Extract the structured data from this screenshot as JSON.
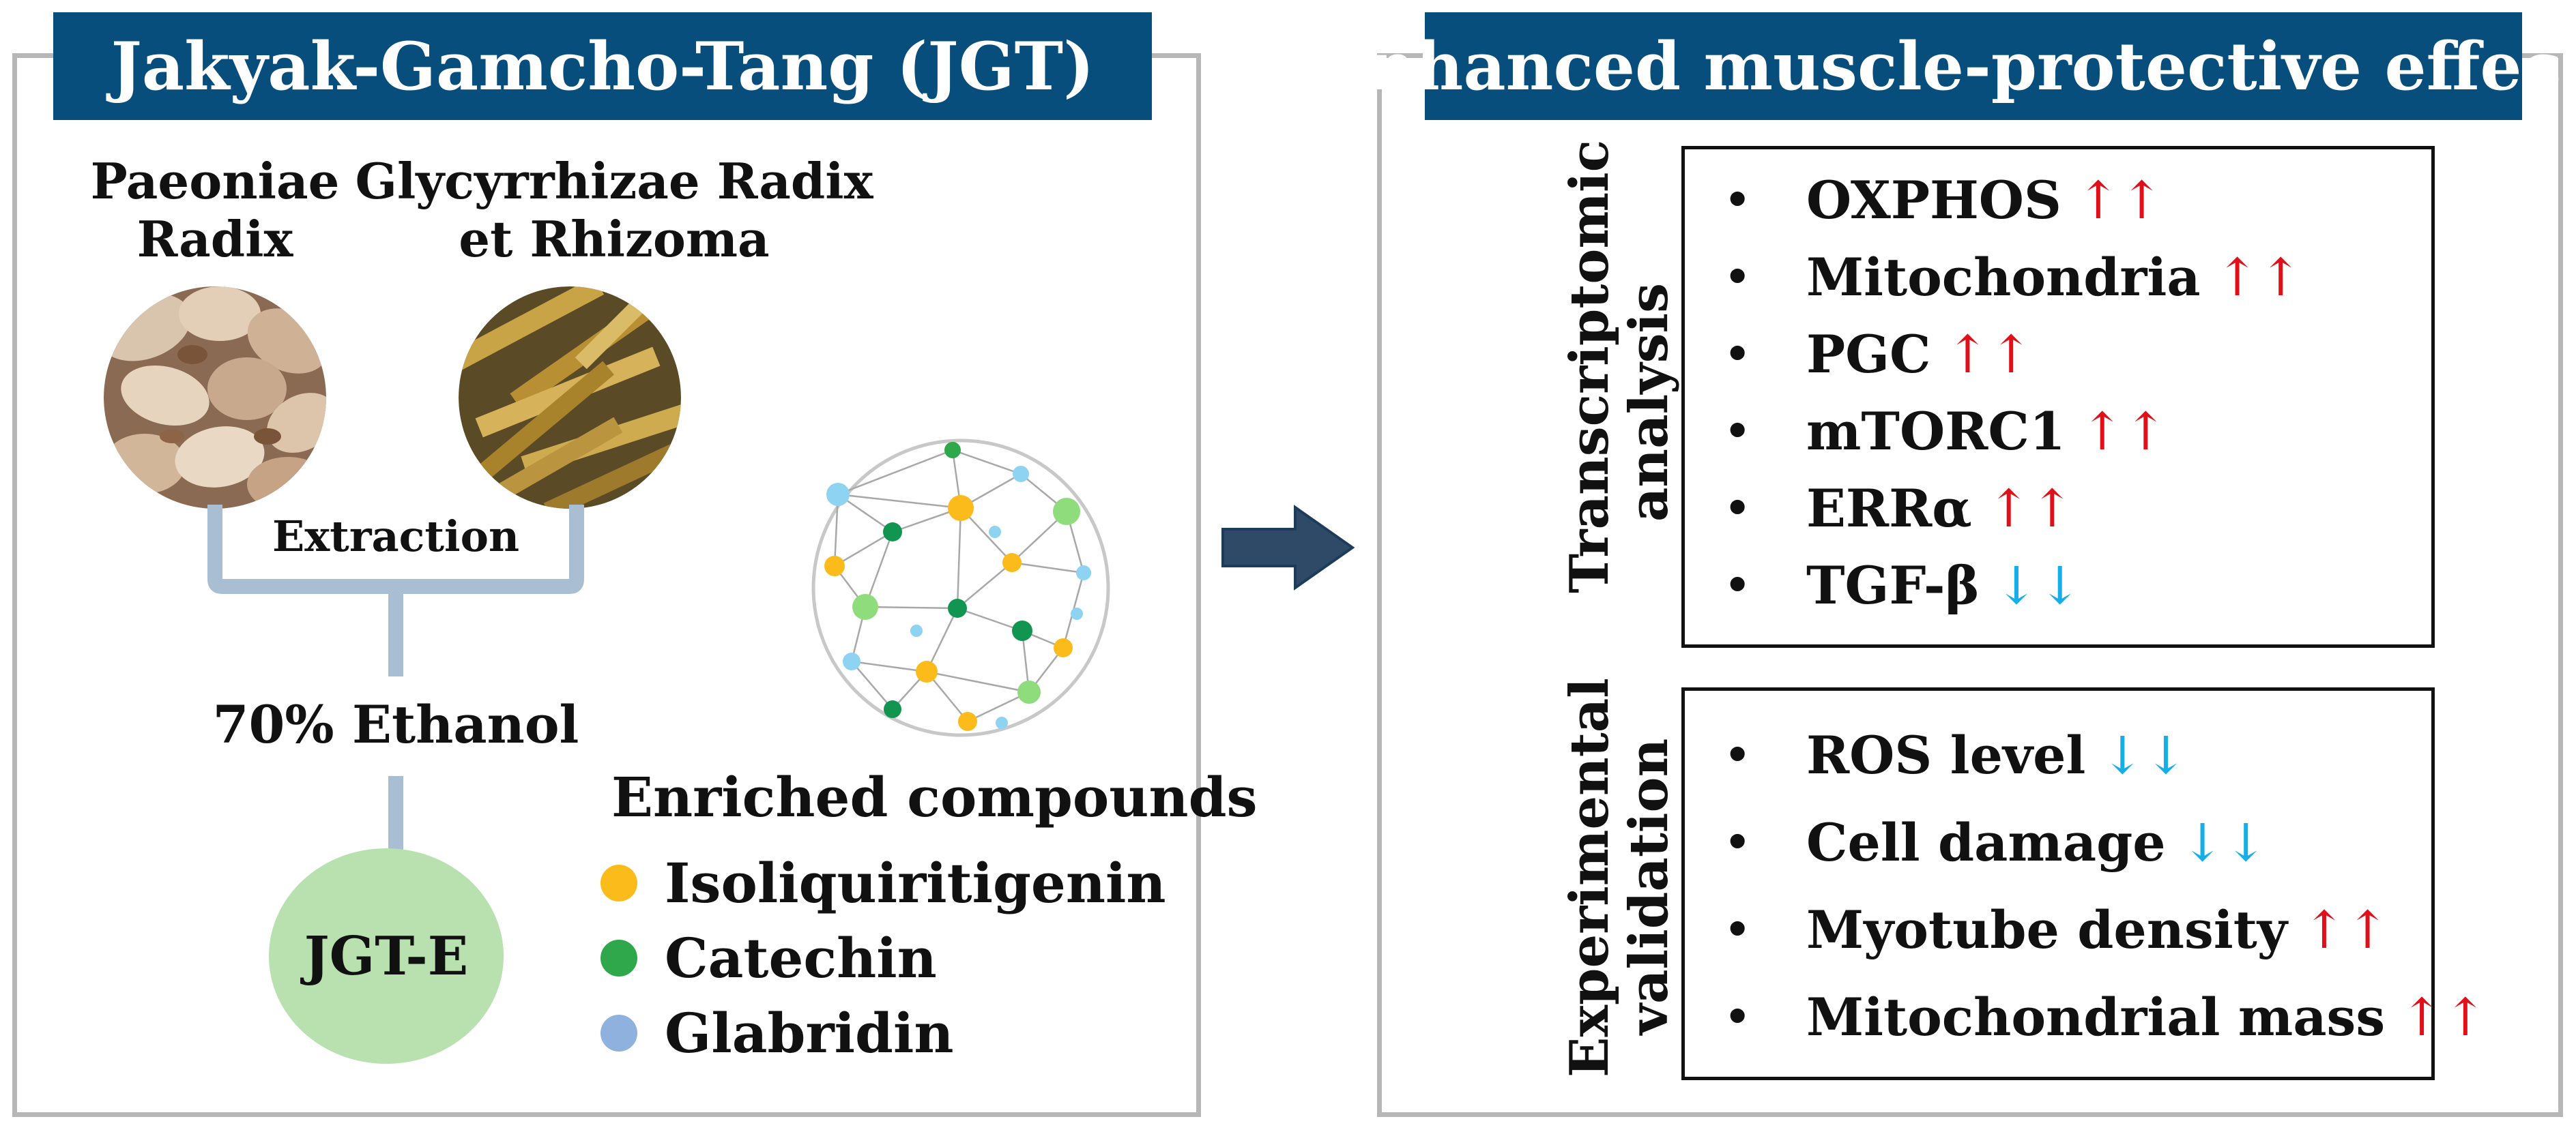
{
  "left_panel": {
    "title": "Jakyak-Gamcho-Tang (JGT)",
    "herb1": {
      "line1": "Paeoniae",
      "line2": "Radix"
    },
    "herb2": {
      "line1": "Glycyrrhizae Radix",
      "line2": "et Rhizoma"
    },
    "extraction_label": "Extraction",
    "solvent_label": "70% Ethanol",
    "extract_label": "JGT-E",
    "compounds_title": "Enriched compounds",
    "legend": [
      {
        "label": "Isoliquiritigenin",
        "color": "#fbbc1b"
      },
      {
        "label": "Catechin",
        "color": "#2ea84a"
      },
      {
        "label": "Glabridin",
        "color": "#8fb1de"
      }
    ]
  },
  "right_panel": {
    "title": "Enhanced muscle-protective effects",
    "transcriptomic": {
      "label_line1": "Transcriptomic",
      "label_line2": "analysis",
      "items": [
        {
          "text": "OXPHOS",
          "arrow": "↑↑",
          "dir": "up"
        },
        {
          "text": "Mitochondria",
          "arrow": "↑↑",
          "dir": "up"
        },
        {
          "text": "PGC",
          "arrow": "↑↑",
          "dir": "up"
        },
        {
          "text": "mTORC1",
          "arrow": "↑↑",
          "dir": "up"
        },
        {
          "text": "ERRα",
          "arrow": "↑↑",
          "dir": "up"
        },
        {
          "text": "TGF-β",
          "arrow": "↓↓",
          "dir": "down"
        }
      ]
    },
    "experimental": {
      "label_line1": "Experimental",
      "label_line2": "validation",
      "items": [
        {
          "text": "ROS level",
          "arrow": "↓↓",
          "dir": "down"
        },
        {
          "text": "Cell damage",
          "arrow": "↓↓",
          "dir": "down"
        },
        {
          "text": "Myotube density",
          "arrow": "↑↑",
          "dir": "up"
        },
        {
          "text": "Mitochondrial mass",
          "arrow": "↑↑",
          "dir": "up"
        }
      ]
    }
  },
  "colors": {
    "banner": "#084e7c",
    "connector": "#a9bdd3",
    "flow_arrow": "#2f4a66",
    "extract_circle": "#b9e1b0",
    "arrow_up": "#e0101a",
    "arrow_down": "#16aee6"
  }
}
